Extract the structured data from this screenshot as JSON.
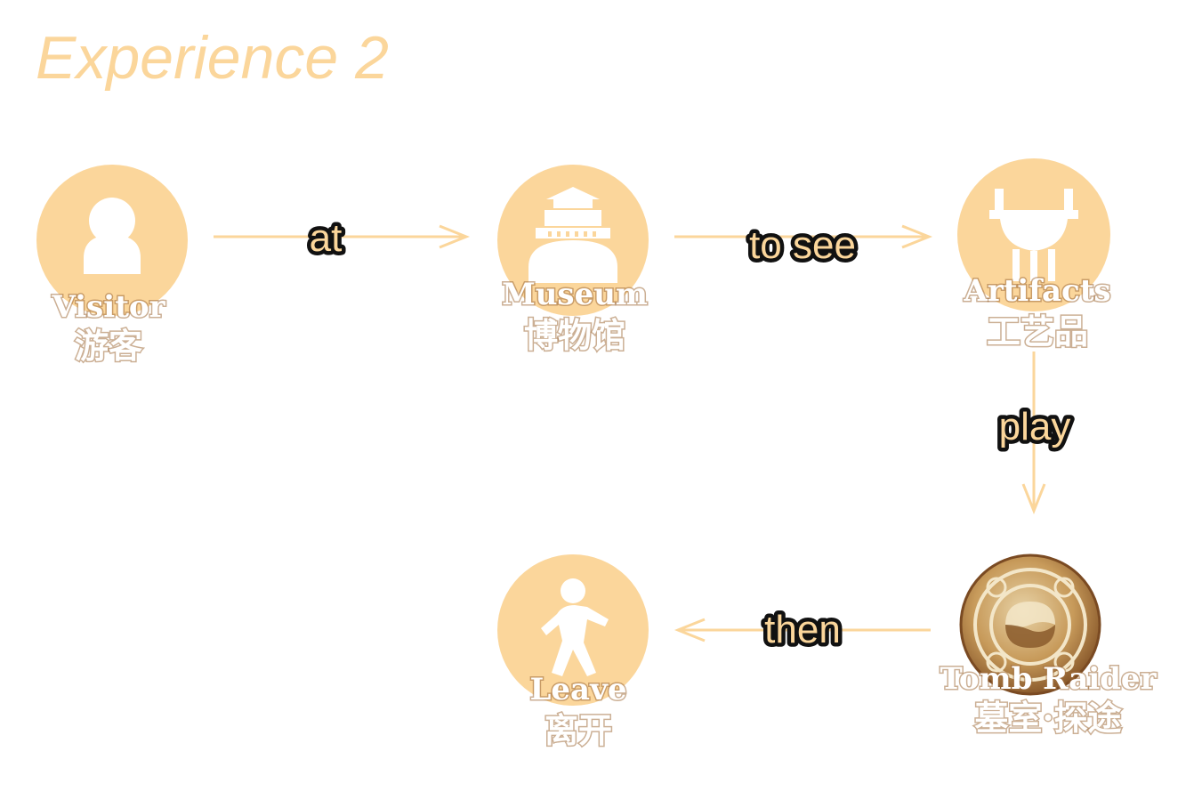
{
  "title": "Experience 2",
  "colors": {
    "accent": "#fbd69b",
    "circle": "#fbd69b",
    "edge_label_outline": "#111111",
    "node_text": "#ffffff"
  },
  "nodes": [
    {
      "id": "visitor",
      "label_en": "Visitor",
      "label_zh": "游客",
      "icon": "person-icon"
    },
    {
      "id": "museum",
      "label_en": "Museum",
      "label_zh": "博物馆",
      "icon": "museum-building-icon"
    },
    {
      "id": "artifacts",
      "label_en": "Artifacts",
      "label_zh": "工艺品",
      "icon": "bronze-ding-icon"
    },
    {
      "id": "tomb-raider",
      "label_en": "Tomb Raider",
      "label_zh": "墓室·探途",
      "icon": "jade-disc-icon"
    },
    {
      "id": "leave",
      "label_en": "Leave",
      "label_zh": "离开",
      "icon": "walking-person-icon"
    }
  ],
  "edges": [
    {
      "from": "visitor",
      "to": "museum",
      "label": "at"
    },
    {
      "from": "museum",
      "to": "artifacts",
      "label": "to see"
    },
    {
      "from": "artifacts",
      "to": "tomb-raider",
      "label": "play"
    },
    {
      "from": "tomb-raider",
      "to": "leave",
      "label": "then"
    }
  ]
}
